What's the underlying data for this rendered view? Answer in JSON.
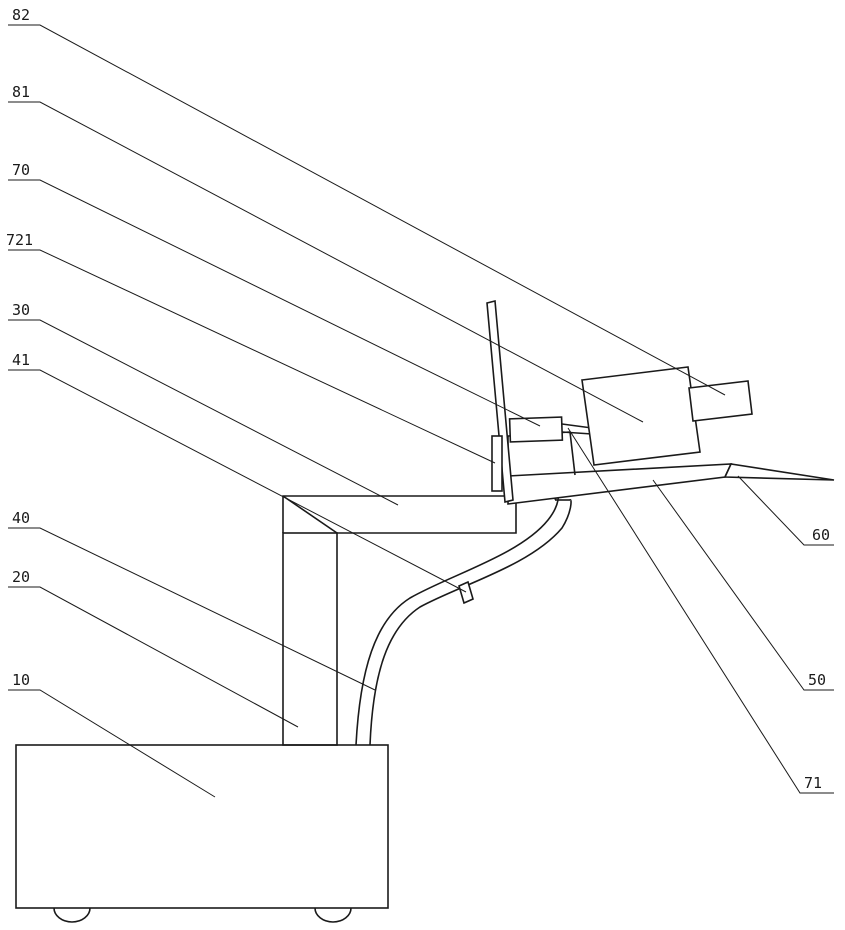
{
  "labels": {
    "l82": "82",
    "l81": "81",
    "l70": "70",
    "l721": "721",
    "l30": "30",
    "l41": "41",
    "l40": "40",
    "l20": "20",
    "l10": "10",
    "l60": "60",
    "l50": "50",
    "l71": "71"
  }
}
